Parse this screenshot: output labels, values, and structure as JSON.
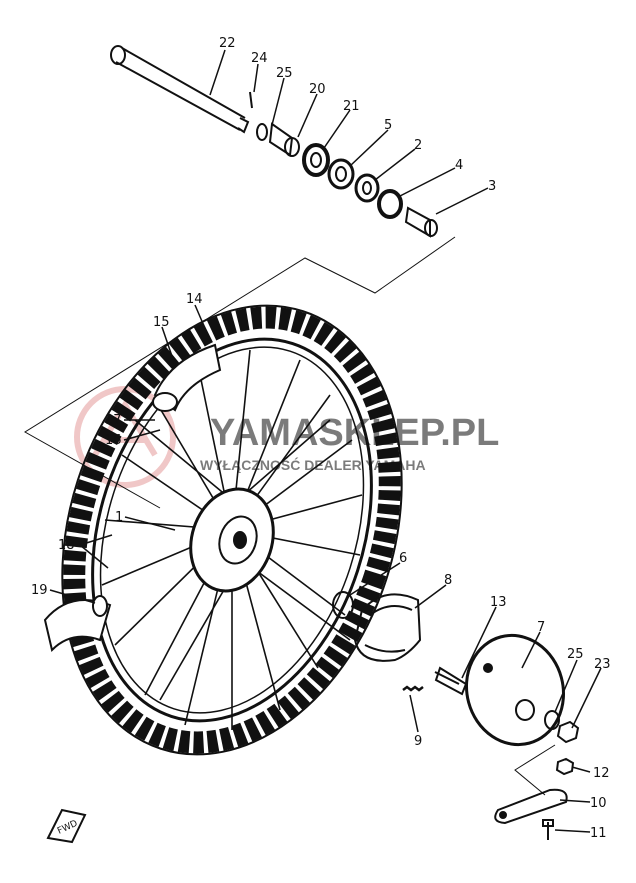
{
  "watermark": {
    "title": "YAMASKLEP.PL",
    "subtitle": "WYŁĄCZNOŚĆ DEALER YAMAHA",
    "color": "#e8a0a0"
  },
  "front_badge": "FWD",
  "part_labels": {
    "p1": "1",
    "p2": "2",
    "p3": "3",
    "p4": "4",
    "p5": "5",
    "p6": "6",
    "p7": "7",
    "p8": "8",
    "p9": "9",
    "p10": "10",
    "p11": "11",
    "p12": "12",
    "p13": "13",
    "p14": "14",
    "p15": "15",
    "p16": "16",
    "p17": "17",
    "p18": "18",
    "p19": "19",
    "p20": "20",
    "p21": "21",
    "p22": "22",
    "p23": "23",
    "p24": "24",
    "p25a": "25",
    "p25b": "25"
  }
}
